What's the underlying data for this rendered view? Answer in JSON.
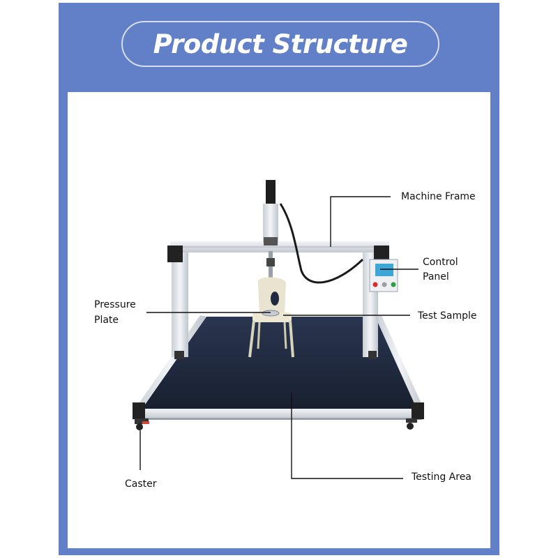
{
  "header": {
    "title": "Product Structure"
  },
  "labels": {
    "machine_frame": "Machine Frame",
    "control_panel_line1": "Control",
    "control_panel_line2": "Panel",
    "pressure_plate_line1": "Pressure",
    "pressure_plate_line2": "Plate",
    "test_sample": "Test Sample",
    "caster": "Caster",
    "testing_area": "Testing Area"
  },
  "colors": {
    "frame_blue": "#6180c8",
    "panel_white": "#ffffff",
    "leader_line": "#111111",
    "table_top": "#1f2a3f",
    "aluminum": "#dfe3e8"
  }
}
